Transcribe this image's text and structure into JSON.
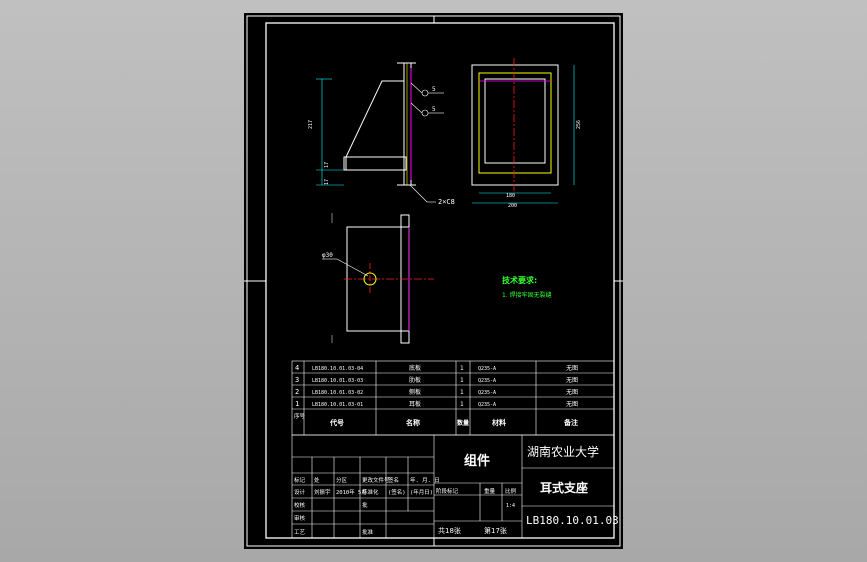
{
  "drawing": {
    "welds": {
      "top": "5",
      "bottom": "5"
    },
    "chamfer": "2×C8",
    "hole": "φ30",
    "dims": {
      "height_main": "217",
      "base_h": "17",
      "top_gap": "17",
      "inner_width": "180",
      "outer_width": "200",
      "right_height": "256"
    },
    "notes": {
      "title": "技术要求:",
      "line1": "1. 焊接牢固无裂缝"
    }
  },
  "bom": {
    "rows": [
      {
        "no": "4",
        "code": "LB180.10.01.03-04",
        "name": "底板",
        "qty": "1",
        "material": "Q235-A",
        "remark": "无图"
      },
      {
        "no": "3",
        "code": "LB180.10.01.03-03",
        "name": "肋板",
        "qty": "1",
        "material": "Q235-A",
        "remark": "无图"
      },
      {
        "no": "2",
        "code": "LB180.10.01.03-02",
        "name": "侧板",
        "qty": "1",
        "material": "Q235-A",
        "remark": "无图"
      },
      {
        "no": "1",
        "code": "LB180.10.01.03-01",
        "name": "耳板",
        "qty": "1",
        "material": "Q235-A",
        "remark": "无图"
      }
    ],
    "header": {
      "no": "序号",
      "code": "代号",
      "name": "名称",
      "qty": "数量",
      "material": "材料",
      "remark": "备注"
    }
  },
  "title_block": {
    "assembly": "组件",
    "university": "湖南农业大学",
    "part_name": "耳式支座",
    "drawing_no": "LB180.10.01.03",
    "r1": [
      "标记",
      "处",
      "分区",
      "更改文件号",
      "签名",
      "年. 月. 日"
    ],
    "r2": [
      "设计",
      "刘振宇",
      "2010年 5月",
      "标准化",
      "(签名)",
      "(年月日)"
    ],
    "r2b": [
      "阶段标记",
      "重量",
      "比例"
    ],
    "scale": "1:4",
    "r3": [
      "校核",
      "",
      "",
      "批"
    ],
    "r4": [
      "审核"
    ],
    "r5": [
      "工艺",
      "",
      "",
      "批准"
    ],
    "sheets_total": "共18张",
    "sheet_no": "第17张"
  },
  "colors": {
    "bg": "#000000",
    "line": "#ffffff",
    "center": "#ff2020",
    "hidden": "#ff00ff",
    "yellow": "#ffff00",
    "dim": "#00ffff",
    "note": "#33ff33"
  }
}
